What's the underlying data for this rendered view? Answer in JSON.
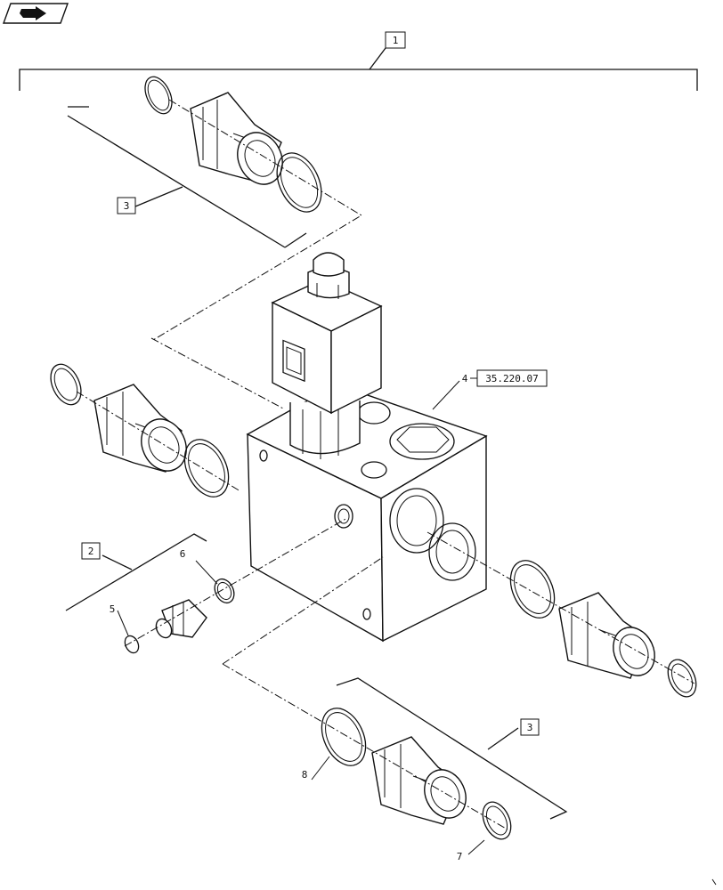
{
  "callouts": {
    "c1": "1",
    "c2": "2",
    "c3_top": "3",
    "c3_bottom": "3",
    "c4": "4",
    "c5": "5",
    "c6": "6",
    "c7": "7",
    "c8": "8"
  },
  "reference": "35.220.07"
}
